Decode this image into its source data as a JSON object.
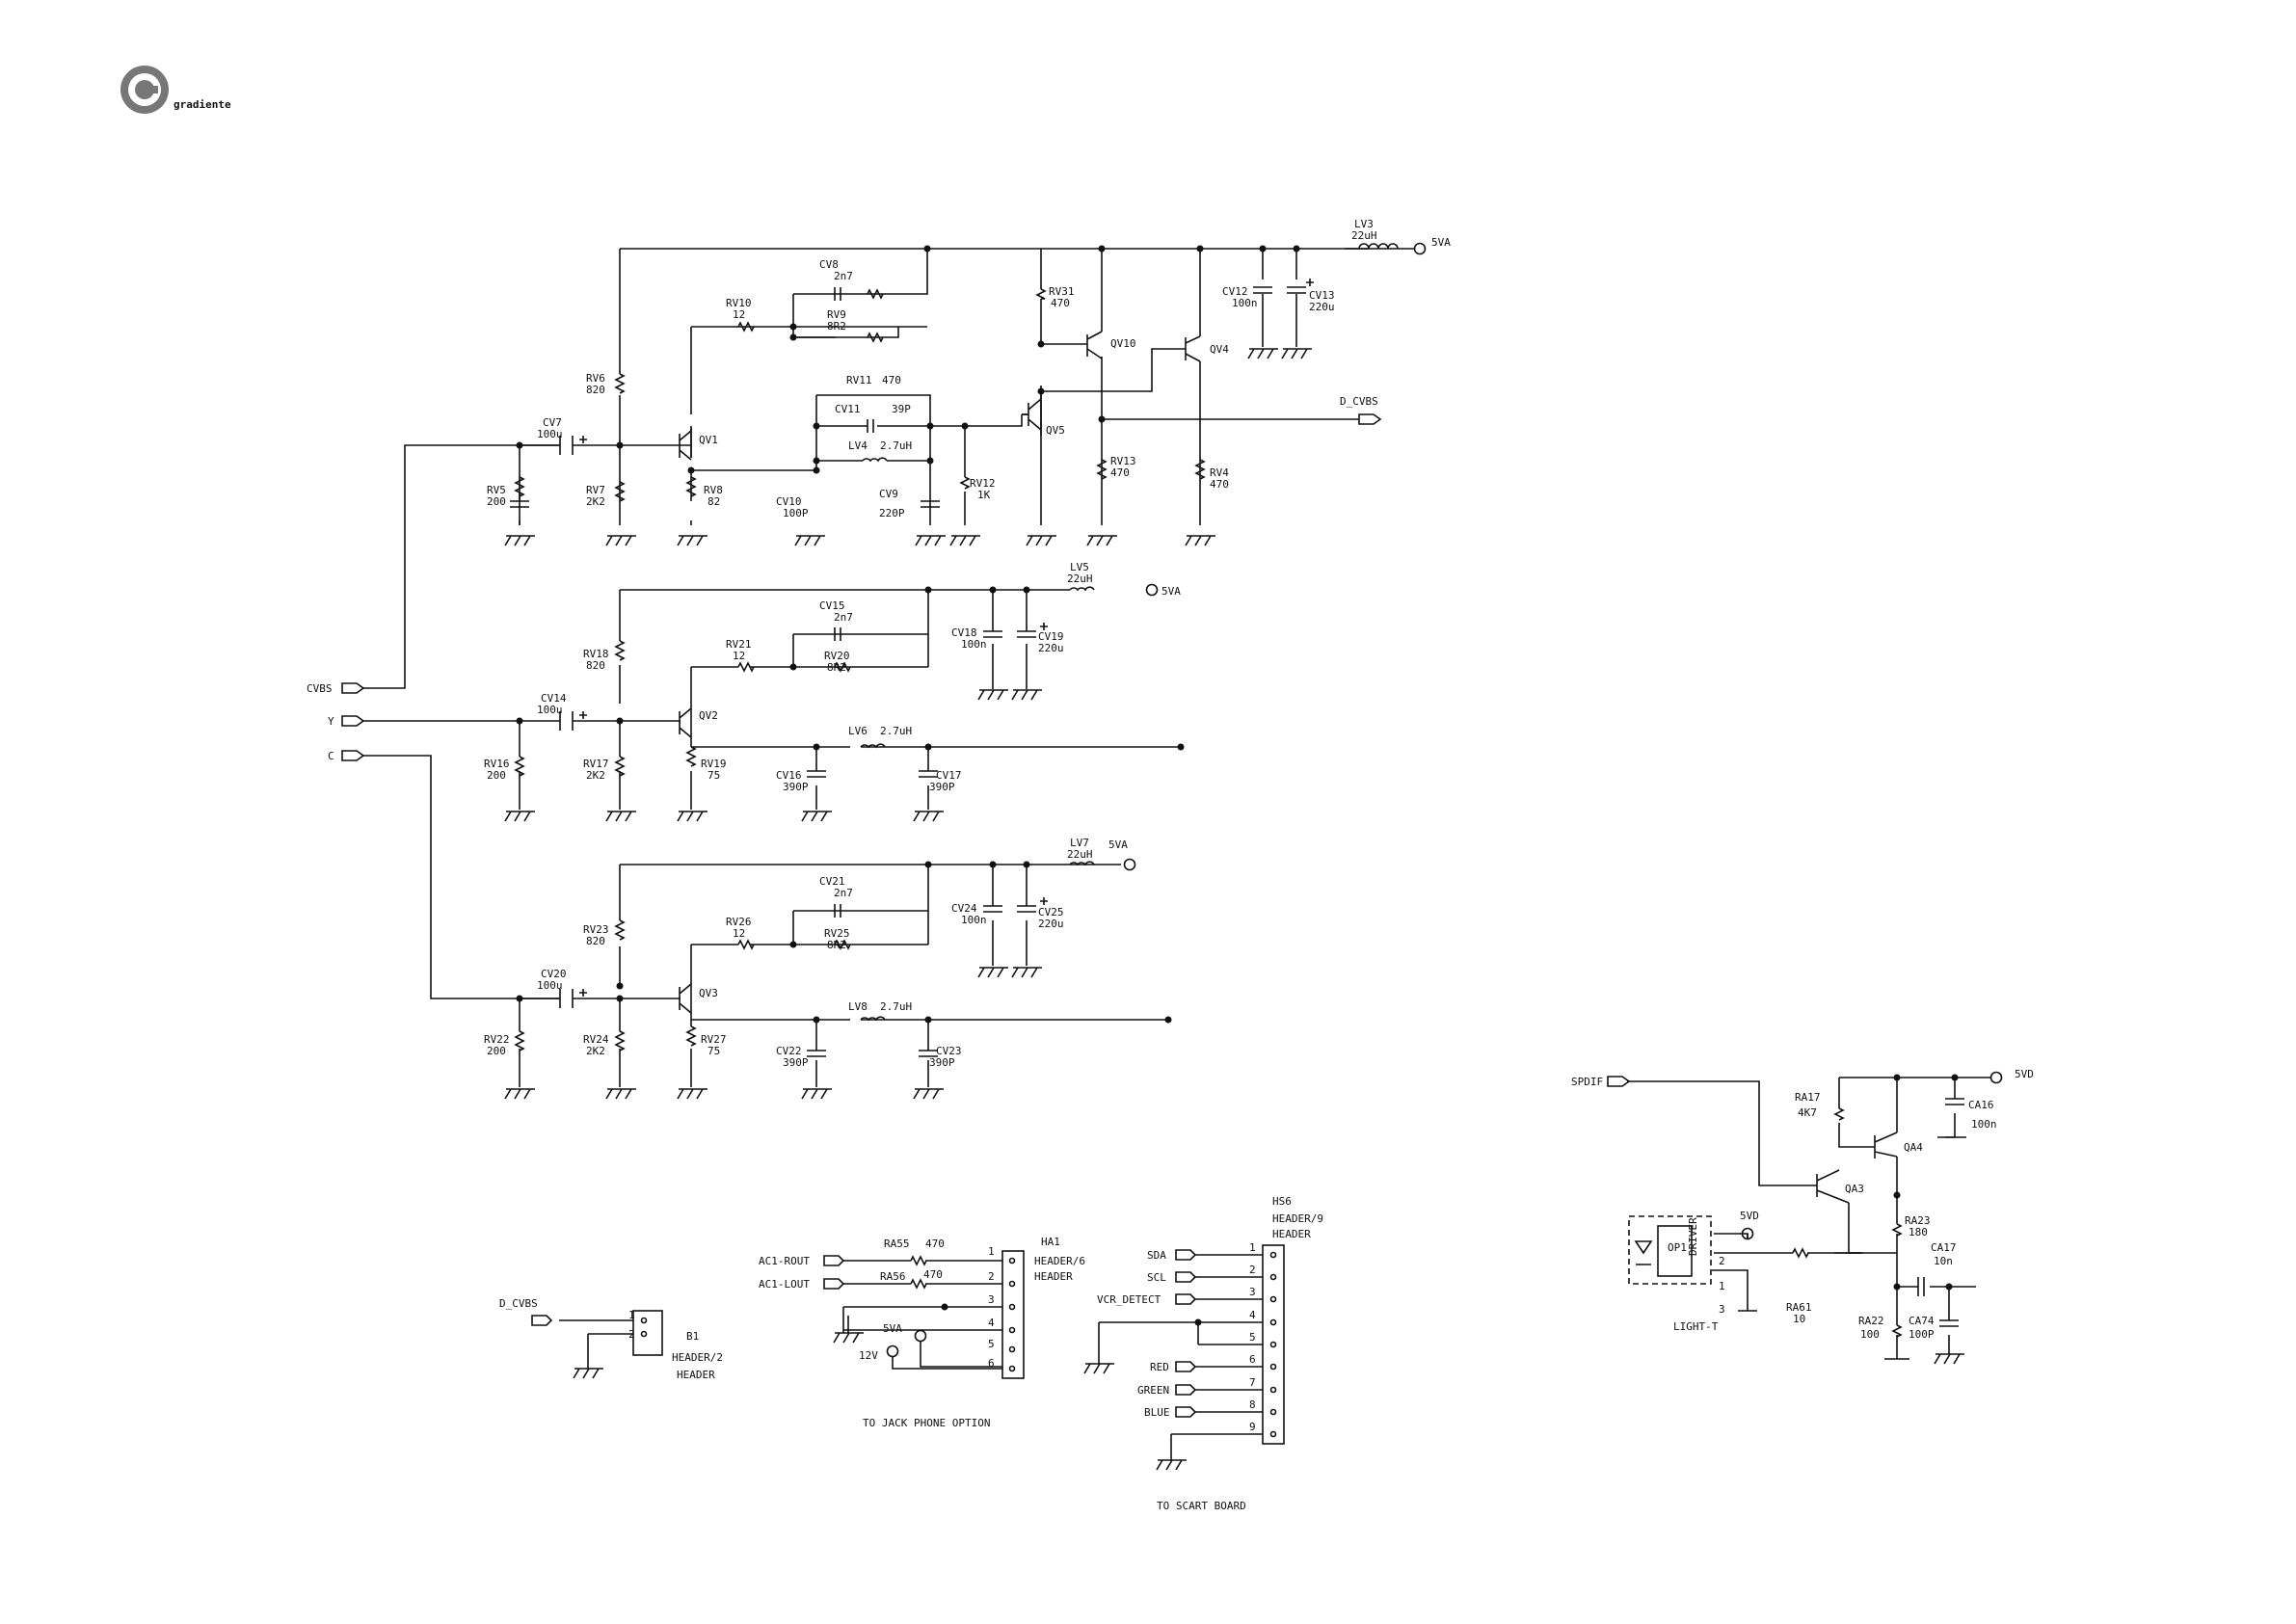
{
  "brand": {
    "logo": "gradiente",
    "color": "#777777"
  },
  "style": {
    "ink": "#111111",
    "background": "#ffffff"
  },
  "ports": {
    "cvbs": "CVBS",
    "y": "Y",
    "c": "C",
    "d_cvbs": "D_CVBS",
    "d_cvbs_b1": "D_CVBS",
    "spdif": "SPDIF",
    "v5a_1": "5VA",
    "v5a_2": "5VA",
    "v5a_3": "5VA",
    "v5a_4": "5VA",
    "v5d_1": "5VD",
    "v5d_2": "5VD",
    "v12": "12V",
    "ac1_rout": "AC1-ROUT",
    "ac1_lout": "AC1-LOUT",
    "sda": "SDA",
    "scl": "SCL",
    "vcr_detect": "VCR_DETECT",
    "red": "RED",
    "green": "GREEN",
    "blue": "BLUE"
  },
  "components": [
    {
      "id": "lv3",
      "ref": "LV3",
      "value": "22uH"
    },
    {
      "id": "cv8",
      "ref": "CV8",
      "value": "2n7"
    },
    {
      "id": "rv10",
      "ref": "RV10",
      "value": "12"
    },
    {
      "id": "rv9",
      "ref": "RV9",
      "value": "8R2"
    },
    {
      "id": "rv31",
      "ref": "RV31",
      "value": "470"
    },
    {
      "id": "cv12",
      "ref": "CV12",
      "value": "100n"
    },
    {
      "id": "cv13",
      "ref": "CV13",
      "value": "220u"
    },
    {
      "id": "qv10",
      "ref": "QV10",
      "value": ""
    },
    {
      "id": "qv4",
      "ref": "QV4",
      "value": ""
    },
    {
      "id": "rv6",
      "ref": "RV6",
      "value": "820"
    },
    {
      "id": "rv11",
      "ref": "RV11",
      "value": "470"
    },
    {
      "id": "cv11",
      "ref": "CV11",
      "value": "39P"
    },
    {
      "id": "cv7",
      "ref": "CV7",
      "value": "100u"
    },
    {
      "id": "qv1",
      "ref": "QV1",
      "value": ""
    },
    {
      "id": "lv4",
      "ref": "LV4",
      "value": "2.7uH"
    },
    {
      "id": "qv5",
      "ref": "QV5",
      "value": ""
    },
    {
      "id": "rv5",
      "ref": "RV5",
      "value": "200"
    },
    {
      "id": "rv7",
      "ref": "RV7",
      "value": "2K2"
    },
    {
      "id": "rv8",
      "ref": "RV8",
      "value": "82"
    },
    {
      "id": "cv10",
      "ref": "CV10",
      "value": "100P"
    },
    {
      "id": "cv9",
      "ref": "CV9",
      "value": "220P"
    },
    {
      "id": "rv12",
      "ref": "RV12",
      "value": "1K"
    },
    {
      "id": "rv13",
      "ref": "RV13",
      "value": "470"
    },
    {
      "id": "rv4",
      "ref": "RV4",
      "value": "470"
    },
    {
      "id": "lv5",
      "ref": "LV5",
      "value": "22uH"
    },
    {
      "id": "cv15",
      "ref": "CV15",
      "value": "2n7"
    },
    {
      "id": "cv18",
      "ref": "CV18",
      "value": "100n"
    },
    {
      "id": "cv19",
      "ref": "CV19",
      "value": "220u"
    },
    {
      "id": "rv18",
      "ref": "RV18",
      "value": "820"
    },
    {
      "id": "rv21",
      "ref": "RV21",
      "value": "12"
    },
    {
      "id": "rv20",
      "ref": "RV20",
      "value": "8R2"
    },
    {
      "id": "cv14",
      "ref": "CV14",
      "value": "100u"
    },
    {
      "id": "qv2",
      "ref": "QV2",
      "value": ""
    },
    {
      "id": "lv6",
      "ref": "LV6",
      "value": "2.7uH"
    },
    {
      "id": "rv16",
      "ref": "RV16",
      "value": "200"
    },
    {
      "id": "rv17",
      "ref": "RV17",
      "value": "2K2"
    },
    {
      "id": "rv19",
      "ref": "RV19",
      "value": "75"
    },
    {
      "id": "cv16",
      "ref": "CV16",
      "value": "390P"
    },
    {
      "id": "cv17",
      "ref": "CV17",
      "value": "390P"
    },
    {
      "id": "lv7",
      "ref": "LV7",
      "value": "22uH"
    },
    {
      "id": "cv21",
      "ref": "CV21",
      "value": "2n7"
    },
    {
      "id": "rv23",
      "ref": "RV23",
      "value": "820"
    },
    {
      "id": "rv26",
      "ref": "RV26",
      "value": "12"
    },
    {
      "id": "rv25",
      "ref": "RV25",
      "value": "8R2"
    },
    {
      "id": "cv24",
      "ref": "CV24",
      "value": "100n"
    },
    {
      "id": "cv25",
      "ref": "CV25",
      "value": "220u"
    },
    {
      "id": "cv20",
      "ref": "CV20",
      "value": "100u"
    },
    {
      "id": "qv3",
      "ref": "QV3",
      "value": ""
    },
    {
      "id": "lv8",
      "ref": "LV8",
      "value": "2.7uH"
    },
    {
      "id": "rv22",
      "ref": "RV22",
      "value": "200"
    },
    {
      "id": "rv24",
      "ref": "RV24",
      "value": "2K2"
    },
    {
      "id": "rv27",
      "ref": "RV27",
      "value": "75"
    },
    {
      "id": "cv22",
      "ref": "CV22",
      "value": "390P"
    },
    {
      "id": "cv23",
      "ref": "CV23",
      "value": "390P"
    },
    {
      "id": "ra17",
      "ref": "RA17",
      "value": "4K7"
    },
    {
      "id": "ca16",
      "ref": "CA16",
      "value": "100n"
    },
    {
      "id": "qa4",
      "ref": "QA4",
      "value": ""
    },
    {
      "id": "qa3",
      "ref": "QA3",
      "value": ""
    },
    {
      "id": "ra23",
      "ref": "RA23",
      "value": "180"
    },
    {
      "id": "ca17",
      "ref": "CA17",
      "value": "10n"
    },
    {
      "id": "ra61",
      "ref": "RA61",
      "value": "10"
    },
    {
      "id": "ra22",
      "ref": "RA22",
      "value": "100"
    },
    {
      "id": "ca74",
      "ref": "CA74",
      "value": "100P"
    },
    {
      "id": "ra55",
      "ref": "RA55",
      "value": "470"
    },
    {
      "id": "ra56",
      "ref": "RA56",
      "value": "470"
    }
  ],
  "connectors": {
    "b1": {
      "ref": "B1",
      "line1": "HEADER/2",
      "line2": "HEADER",
      "pins": [
        "1",
        "2"
      ]
    },
    "ha1": {
      "ref": "HA1",
      "line1": "HEADER/6",
      "line2": "HEADER",
      "pins": [
        "1",
        "2",
        "3",
        "4",
        "5",
        "6"
      ]
    },
    "hs6": {
      "ref": "HS6",
      "line1": "HEADER/9",
      "line2": "HEADER",
      "pins": [
        "1",
        "2",
        "3",
        "4",
        "5",
        "6",
        "7",
        "8",
        "9"
      ]
    },
    "op1": {
      "ref": "OP1",
      "driver": "DRIVER",
      "light": "LIGHT-T",
      "pins": [
        "2",
        "1",
        "3"
      ]
    }
  },
  "notes": {
    "jack": "TO JACK PHONE OPTION",
    "scart": "TO SCART BOARD"
  }
}
